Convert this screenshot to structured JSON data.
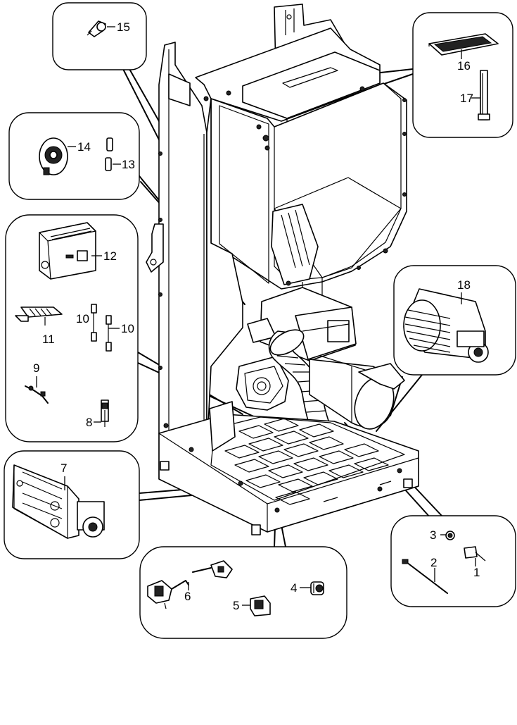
{
  "diagram": {
    "callouts": [
      {
        "id": "c1",
        "text": "1"
      },
      {
        "id": "c2",
        "text": "2"
      },
      {
        "id": "c3",
        "text": "3"
      },
      {
        "id": "c4",
        "text": "4"
      },
      {
        "id": "c5",
        "text": "5"
      },
      {
        "id": "c6",
        "text": "6"
      },
      {
        "id": "c7",
        "text": "7"
      },
      {
        "id": "c8",
        "text": "8"
      },
      {
        "id": "c9",
        "text": "9"
      },
      {
        "id": "c10a",
        "text": "10"
      },
      {
        "id": "c10b",
        "text": "10"
      },
      {
        "id": "c11",
        "text": "11"
      },
      {
        "id": "c12",
        "text": "12"
      },
      {
        "id": "c13",
        "text": "13"
      },
      {
        "id": "c14",
        "text": "14"
      },
      {
        "id": "c15",
        "text": "15"
      },
      {
        "id": "c16",
        "text": "16"
      },
      {
        "id": "c17",
        "text": "17"
      },
      {
        "id": "c18",
        "text": "18"
      }
    ]
  }
}
